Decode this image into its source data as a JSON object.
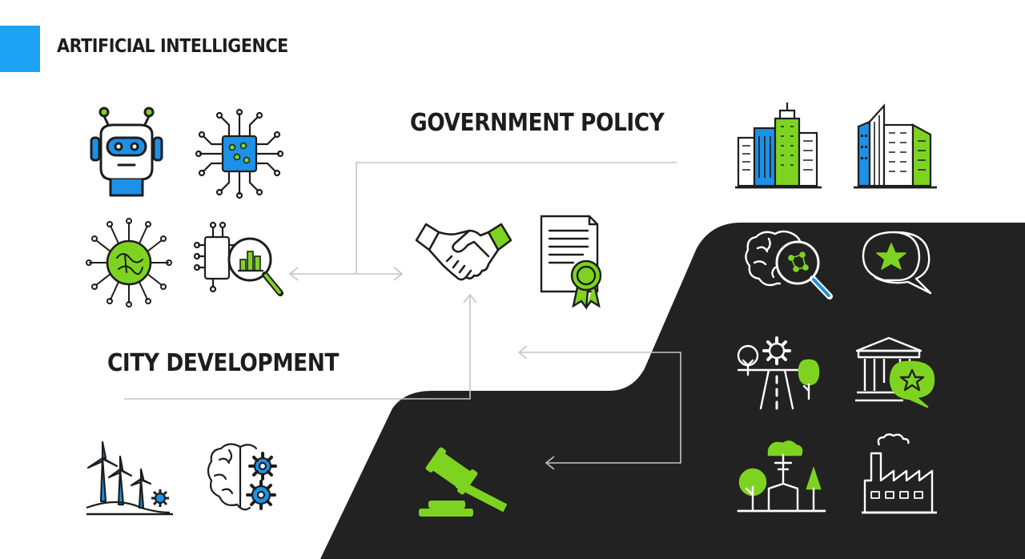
{
  "headings": {
    "artificial_intelligence": "ARTIFICIAL INTELLIGENCE",
    "government_policy": "GOVERNMENT POLICY",
    "city_development": "CITY DEVELOPMENT"
  },
  "colors": {
    "accent_blue": "#1da1f2",
    "icon_blue": "#1e90e6",
    "icon_green": "#7ed321",
    "dark_panel": "#222222",
    "ink": "#1d1d1d",
    "connector": "#c4c4c4"
  },
  "icons": [
    "robot-head-icon",
    "circuit-chip-icon",
    "neural-network-icon",
    "data-analysis-magnifier-icon",
    "handshake-icon",
    "certificate-icon",
    "city-buildings-icon",
    "skyscrapers-icon",
    "brain-search-icon",
    "rating-speech-bubble-icon",
    "smart-road-icon",
    "government-building-icon",
    "wind-turbines-icon",
    "brain-gears-icon",
    "gavel-icon",
    "park-trees-icon",
    "factory-icon"
  ]
}
